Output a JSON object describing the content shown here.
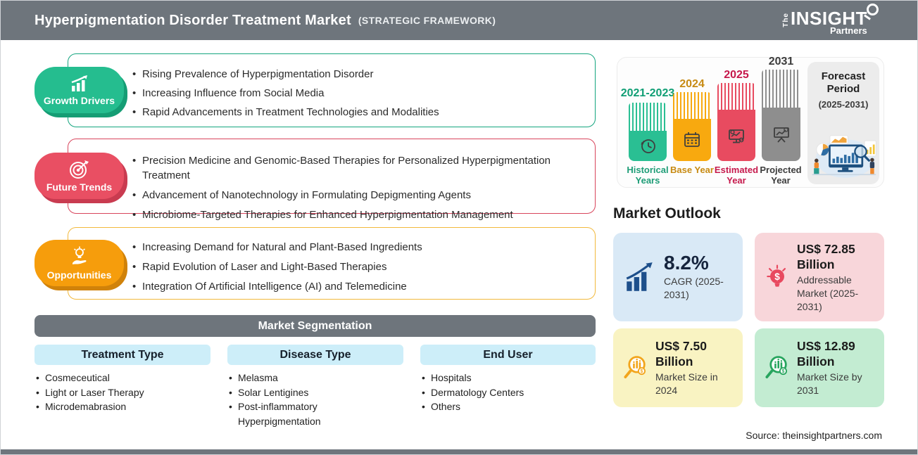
{
  "header": {
    "title": "Hyperpigmentation Disorder Treatment Market",
    "subtitle": "(STRATEGIC FRAMEWORK)",
    "logo_the": "The",
    "logo_insight": "INSIGHT",
    "logo_partners": "Partners"
  },
  "drivers": {
    "label": "Growth Drivers",
    "color": "#25bd8f",
    "items": [
      "Rising Prevalence of Hyperpigmentation Disorder",
      "Increasing Influence from Social Media",
      "Rapid Advancements in Treatment Technologies and Modalities"
    ]
  },
  "trends": {
    "label": "Future Trends",
    "color": "#e94f63",
    "items": [
      "Precision Medicine and Genomic-Based Therapies for Personalized Hyperpigmentation Treatment",
      "Advancement of Nanotechnology in Formulating Depigmenting Agents",
      "Microbiome-Targeted Therapies for Enhanced Hyperpigmentation Management"
    ]
  },
  "opportunities": {
    "label": "Opportunities",
    "color": "#f69d0c",
    "items": [
      "Increasing Demand for Natural and Plant-Based Ingredients",
      "Rapid Evolution of Laser and Light-Based Therapies",
      "Integration Of Artificial Intelligence (AI) and Telemedicine"
    ]
  },
  "segmentation": {
    "title": "Market Segmentation",
    "columns": [
      {
        "header": "Treatment Type",
        "items": [
          "Cosmeceutical",
          "Light or Laser Therapy",
          "Microdemabrasion"
        ]
      },
      {
        "header": "Disease Type",
        "items": [
          "Melasma",
          "Solar Lentigines",
          "Post-inflammatory Hyperpigmentation"
        ]
      },
      {
        "header": "End User",
        "items": [
          "Hospitals",
          "Dermatology Centers",
          "Others"
        ]
      }
    ]
  },
  "timeline": {
    "bars": [
      {
        "year": "2021-2023",
        "label": "Historical Years",
        "color": "#2abf93",
        "icon": "history-clock-icon"
      },
      {
        "year": "2024",
        "label": "Base Year",
        "color": "#f8a90f",
        "icon": "calendar-icon"
      },
      {
        "year": "2025",
        "label": "Estimated Year",
        "color": "#e84b60",
        "icon": "computer-gear-icon"
      },
      {
        "year": "2031",
        "label": "Projected Year",
        "color": "#8e8e8e",
        "icon": "projection-screen-icon"
      }
    ],
    "forecast_title": "Forecast Period",
    "forecast_range": "(2025-2031)"
  },
  "outlook": {
    "title": "Market Outlook",
    "cards": [
      {
        "value": "8.2%",
        "label": "CAGR (2025-2031)",
        "bg": "#d9e9f6",
        "icon": "cagr-growth-icon",
        "accent": "#1d4f8b"
      },
      {
        "value": "US$ 72.85 Billion",
        "label": "Addressable Market (2025-2031)",
        "bg": "#f8d6da",
        "icon": "dollar-bulb-icon",
        "accent": "#e8495f"
      },
      {
        "value": "US$ 7.50 Billion",
        "label": "Market Size in 2024",
        "bg": "#f9f3c2",
        "icon": "market-magnifier-icon",
        "accent": "#f2a51c"
      },
      {
        "value": "US$ 12.89 Billion",
        "label": "Market Size by 2031",
        "bg": "#c3ecd2",
        "icon": "market-magnifier-icon",
        "accent": "#27a55e"
      }
    ]
  },
  "source": "Source: theinsightpartners.com"
}
